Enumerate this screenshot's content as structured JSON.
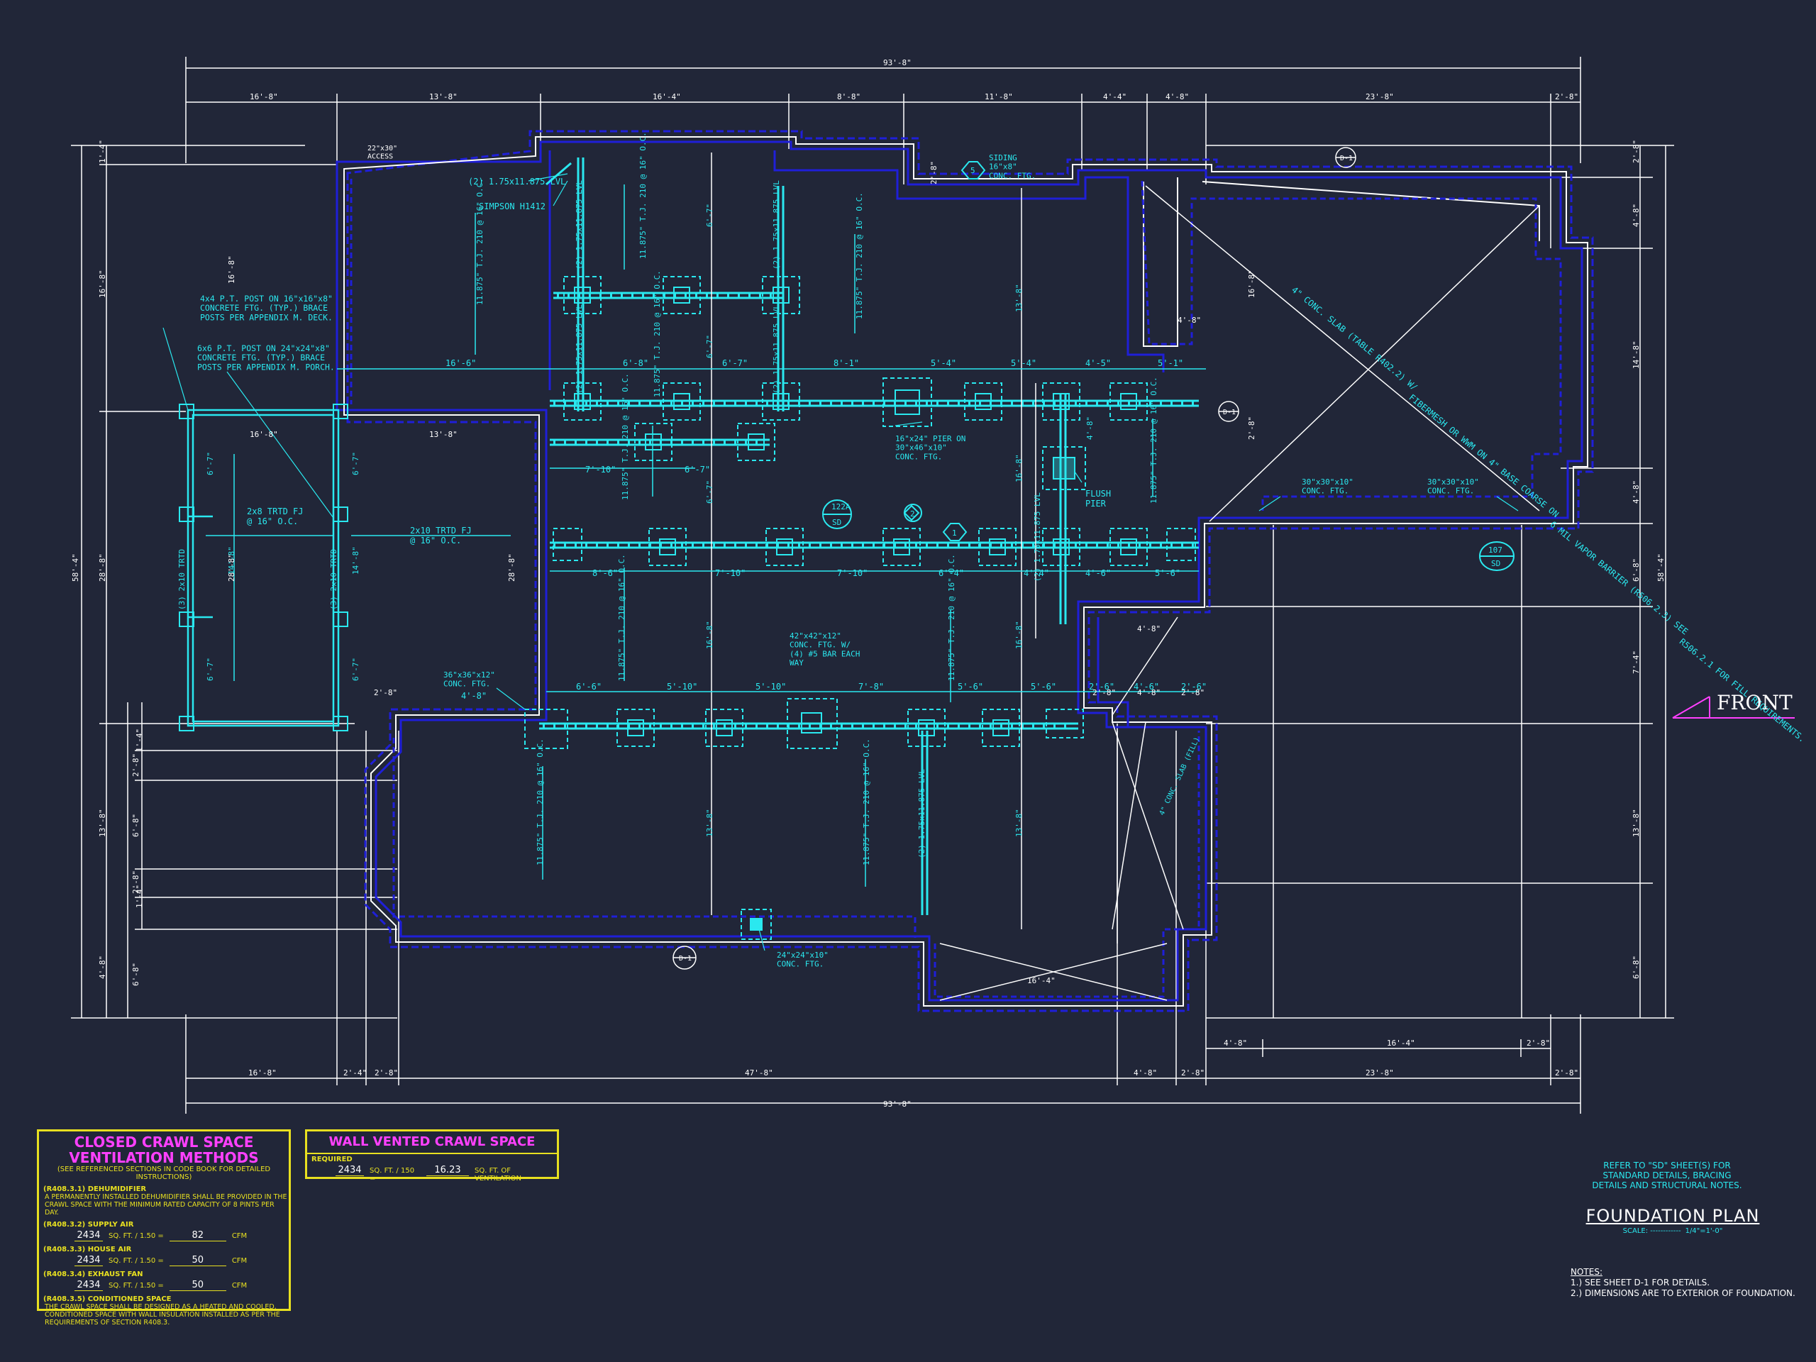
{
  "colors": {
    "background": "#212638",
    "wall_blue": "#1f1fd8",
    "cyan": "#2ae8ef",
    "white": "#ffffff",
    "magenta": "#ff40ff",
    "yellow": "#e8e020"
  },
  "plan": {
    "top_overall": "93'-8\"",
    "bottom_overall": "93'-8\"",
    "top_dims": [
      "16'-8\"",
      "13'-8\"",
      "16'-4\"",
      "8'-8\"",
      "11'-8\"",
      "4'-4\"",
      "4'-8\"",
      "23'-8\"",
      "2'-8\""
    ],
    "bottom_dims": [
      "16'-8\"",
      "2'-4\"",
      "2'-8\"",
      "47'-8\"",
      "4'-8\"",
      "2'-8\"",
      "23'-8\"",
      "2'-8\""
    ],
    "bottom_upper_dims": [
      "4'-8\"",
      "16'-4\"",
      "2'-8\""
    ],
    "left_overall": "58'-4\"",
    "right_overall": "58'-4\"",
    "left_dims": [
      "1'-4\"",
      "16'-8\"",
      "28'-8\"",
      "13'-8\"",
      "4'-8\""
    ],
    "right_dims": [
      "2'-8\"",
      "4'-8\"",
      "14'-8\"",
      "4'-8\"",
      "6'-8\"",
      "7'-4\"",
      "13'-8\"",
      "6'-8\""
    ],
    "row1_dims": [
      "16'-6\"",
      "6'-8\"",
      "6'-7\"",
      "8'-1\"",
      "5'-4\"",
      "5'-4\"",
      "4'-5\"",
      "5'-1\""
    ],
    "row2_dims": [
      "8'-6\"",
      "7'-10\"",
      "7'-10\"",
      "6'-4\"",
      "4'-4\"",
      "4'-6\"",
      "5'-6\""
    ],
    "row3_dims": [
      "6'-6\"",
      "5'-10\"",
      "5'-10\"",
      "7'-8\"",
      "5'-6\"",
      "5'-6\"",
      "2'-6\"",
      "4'-6\"",
      "2'-6\""
    ],
    "labels": {
      "access": "22\"x30\" ACCESS",
      "lvl_top": "(2) 1.75x11.875 LVL",
      "simpson": "SIMPSON H1412",
      "siding": "SIDING 16\"x8\" CONC. FTG.",
      "post1": "4x4 P.T. POST ON 16\"x16\"x8\" CONCRETE FTG. (TYP.) BRACE POSTS PER APPENDIX M. DECK.",
      "post2": "6x6 P.T. POST ON 24\"x24\"x8\" CONCRETE FTG. (TYP.) BRACE POSTS PER APPENDIX M. PORCH.",
      "joist1": "2x8 TRTD FJ @ 16\" O.C.",
      "joist2": "2x10 TRTD FJ @ 16\" O.C.",
      "pier": "16\"x24\" PIER ON 30\"x46\"x10\" CONC. FTG.",
      "flush": "FLUSH PIER",
      "ftg42": "42\"x42\"x12\" CONC. FTG. W/ (4) #5 BAR EACH WAY",
      "ftg36": "36\"x36\"x12\" CONC. FTG.",
      "ftg24": "24\"x24\"x10\" CONC. FTG.",
      "ftg30a": "30\"x30\"x10\" CONC. FTG.",
      "ftg30b": "30\"x30\"x10\" CONC. FTG.",
      "slab": "4\" CONC. SLAB (TABLE R402.2) W/ FIBERMESH OR WWM ON 4\" BASE COARSE ON 6 MIL VAPOR BARRIER (R506.2.3) SEE R506.2.1 FOR FILL REQUIREMENTS.",
      "slab2": "4\" CONC. SLAB (FILL)",
      "tji_a": "11.875\" T.J. 210 @ 16\" O.C.",
      "tji_b": "(2) 1.75x11.875 LVL",
      "trtd": "(3) 2x10 TRTD",
      "tag_122a": "122A",
      "tag_sd": "SD",
      "tag_2": "2",
      "tag_1": "1",
      "tag_5": "5",
      "tag_107": "107",
      "tag_d1": "D-1",
      "front": "FRONT"
    }
  },
  "closed_box": {
    "title_1": "CLOSED CRAWL SPACE",
    "title_2": "VENTILATION METHODS",
    "subtitle": "(SEE REFERENCED SECTIONS IN CODE BOOK FOR DETAILED INSTRUCTIONS)",
    "h1": "(R408.3.1) DEHUMIDIFIER",
    "b1": "A PERMANENTLY INSTALLED DEHUMIDIFIER SHALL BE PROVIDED IN THE CRAWL SPACE WITH THE MINIMUM RATED CAPACITY OF 8 PINTS PER DAY.",
    "h2": "(R408.3.2) SUPPLY AIR",
    "v2a": "2434",
    "u2": "SQ. FT. / 1.50 =",
    "v2b": "82",
    "c2": "CFM",
    "h3": "(R408.3.3) HOUSE AIR",
    "v3a": "2434",
    "u3": "SQ. FT. / 1.50 =",
    "v3b": "50",
    "c3": "CFM",
    "h4": "(R408.3.4) EXHAUST FAN",
    "v4a": "2434",
    "u4": "SQ. FT. / 1.50 =",
    "v4b": "50",
    "c4": "CFM",
    "h5": "(R408.3.5) CONDITIONED SPACE",
    "b5": "THE CRAWL SPACE SHALL BE DESIGNED AS A HEATED AND COOLED, CONDITIONED SPACE WITH WALL INSULATION INSTALLED AS PER THE REQUIREMENTS OF SECTION R408.3."
  },
  "vented_box": {
    "title": "WALL VENTED CRAWL SPACE",
    "req": "REQUIRED",
    "va": "2434",
    "ua": "SQ. FT. / 150 =",
    "vb": "16.23",
    "ub": "SQ. FT. OF VENTILATION"
  },
  "refer": {
    "l1": "REFER TO \"SD\" SHEET(S) FOR",
    "l2": "STANDARD DETAILS, BRACING",
    "l3": "DETAILS AND STRUCTURAL NOTES."
  },
  "title_block": {
    "title": "FOUNDATION PLAN",
    "scale_label": "SCALE: ------------",
    "scale_value": "1/4\"=1'-0\""
  },
  "notes": {
    "heading": "NOTES:",
    "n1": "1.) SEE SHEET D-1 FOR DETAILS.",
    "n2": "2.) DIMENSIONS ARE TO EXTERIOR OF FOUNDATION."
  }
}
